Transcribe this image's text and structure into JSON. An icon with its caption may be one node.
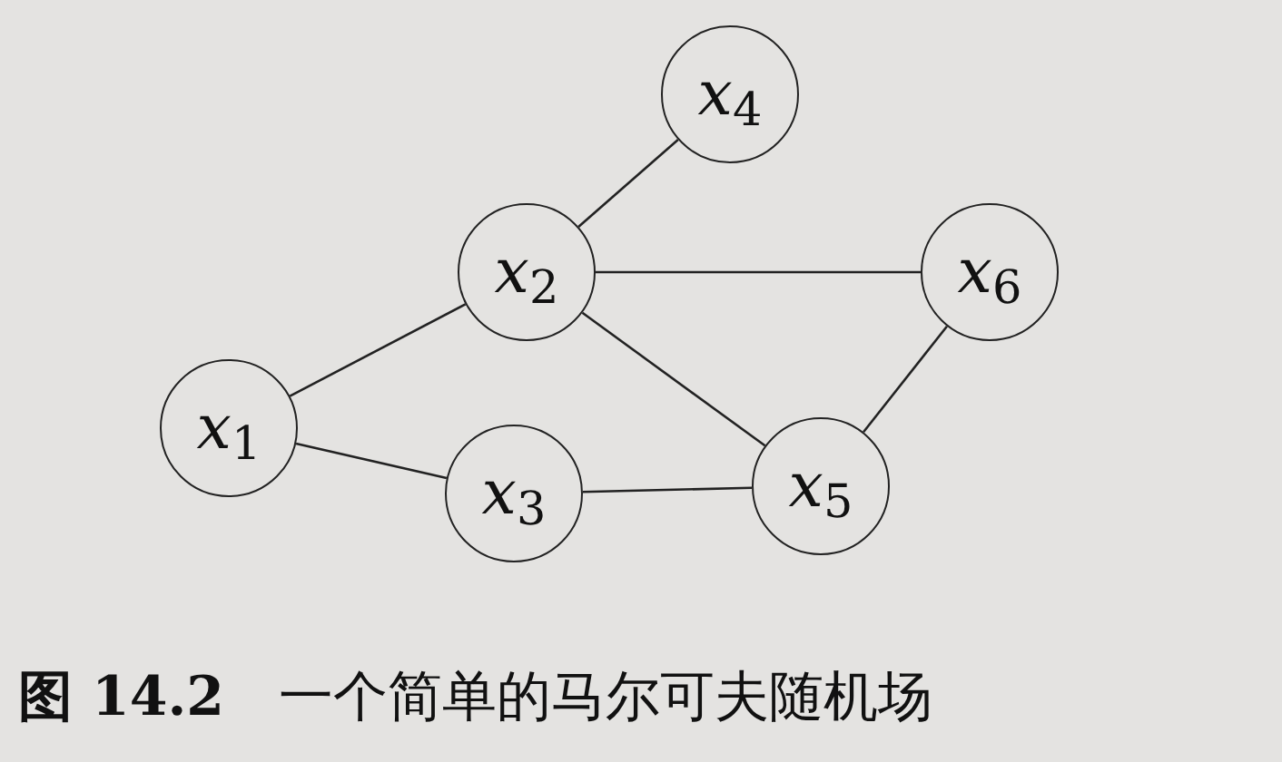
{
  "diagram": {
    "caption": "**图 14.2**　一个简单的马尔可夫随机场",
    "nodes": [
      {
        "text": [
          "*x*$_{1}$"
        ]
      },
      {
        "text": [
          "*x*$_{2}$"
        ]
      },
      {
        "text": [
          "*x*$_{3}$"
        ]
      },
      {
        "text": [
          "*x*$_{4}$"
        ]
      },
      {
        "text": [
          "*x*$_{5}$"
        ]
      },
      {
        "text": [
          "*x*$_{6}$"
        ]
      }
    ],
    "edges": [
      {
        "from": 0,
        "to": 1,
        "arrow": "none"
      },
      {
        "from": 0,
        "to": 2,
        "arrow": "none"
      },
      {
        "from": 1,
        "to": 3,
        "arrow": "none"
      },
      {
        "from": 1,
        "to": 5,
        "arrow": "none"
      },
      {
        "from": 1,
        "to": 4,
        "arrow": "none"
      },
      {
        "from": 2,
        "to": 4,
        "arrow": "none"
      },
      {
        "from": 4,
        "to": 5,
        "arrow": "none"
      }
    ]
  }
}
